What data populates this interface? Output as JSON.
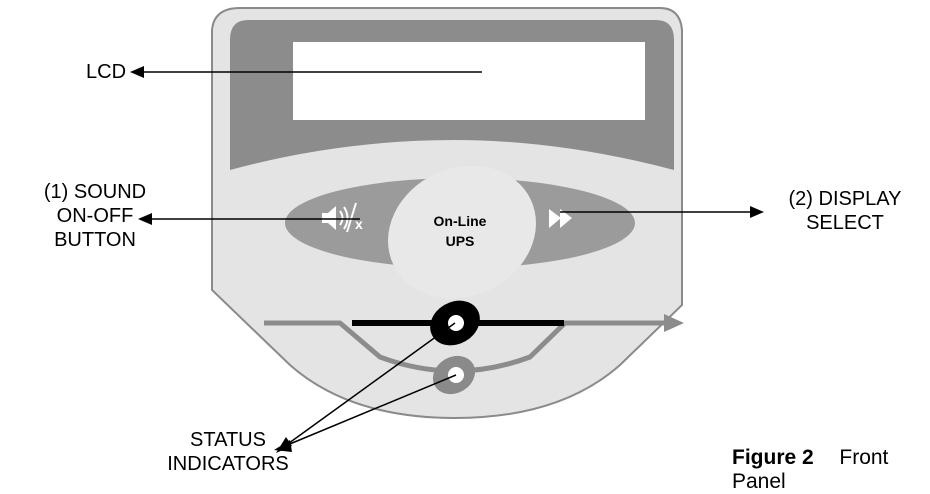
{
  "labels": {
    "lcd": "LCD",
    "sound_button": [
      "(1)  SOUND",
      "ON-OFF",
      "BUTTON"
    ],
    "display_select": [
      "(2)  DISPLAY",
      "SELECT"
    ],
    "status_indicators": [
      "STATUS",
      "INDICATORS"
    ]
  },
  "panel": {
    "center_text": [
      "On-Line",
      "UPS"
    ],
    "sound_icon_suffix": "x"
  },
  "caption": {
    "figure_number": "Figure 2",
    "title": "Front Panel"
  },
  "colors": {
    "panel_body": "#e4e4e4",
    "panel_outline": "#8a8a8a",
    "lcd_bezel": "#8c8c8c",
    "button_band": "#9b9b9b",
    "center_oval": "#e8e8e8",
    "arrow_gray": "#8c8c8c",
    "indicator_bottom": "#8a8a8a"
  }
}
